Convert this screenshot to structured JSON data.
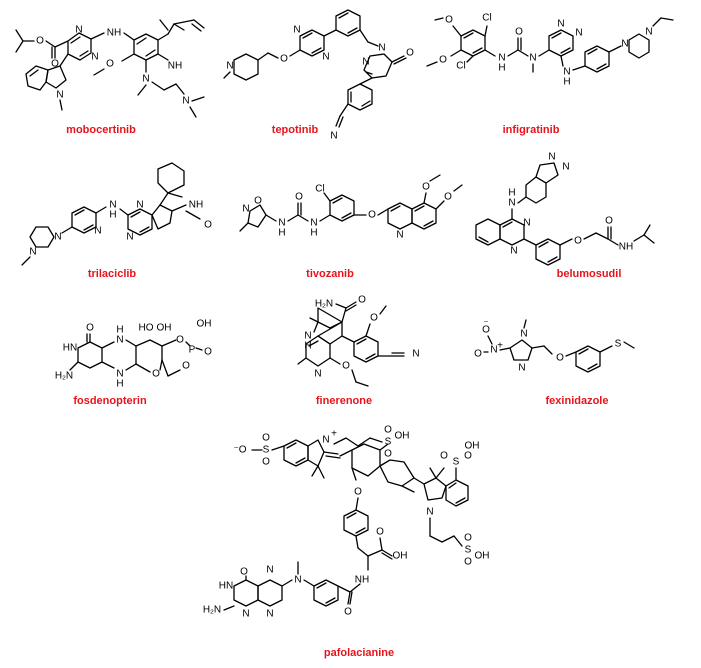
{
  "accent_color": "#e8141c",
  "compounds": [
    {
      "name": "mobocertinib"
    },
    {
      "name": "tepotinib"
    },
    {
      "name": "infigratinib"
    },
    {
      "name": "trilaciclib"
    },
    {
      "name": "tivozanib"
    },
    {
      "name": "belumosudil"
    },
    {
      "name": "fosdenopterin"
    },
    {
      "name": "finerenone"
    },
    {
      "name": "fexinidazole"
    },
    {
      "name": "pafolacianine"
    }
  ]
}
